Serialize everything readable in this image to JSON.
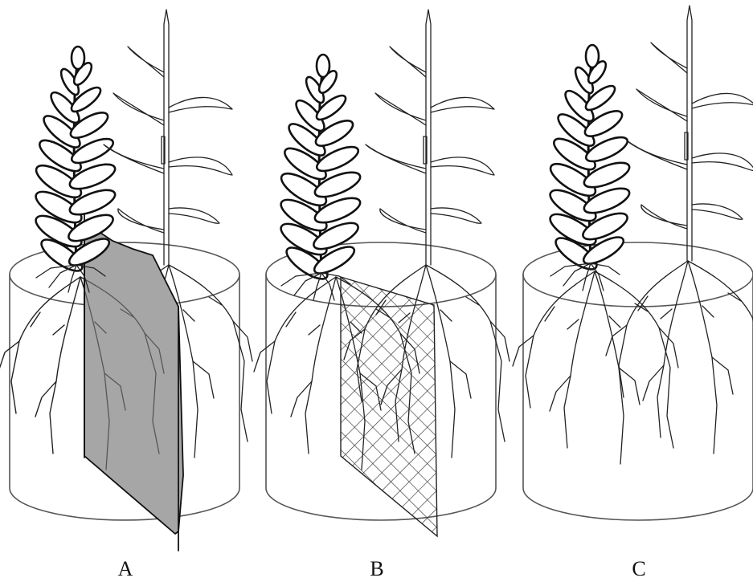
{
  "figure": {
    "panels": [
      {
        "label": "A",
        "barrier": "solid"
      },
      {
        "label": "B",
        "barrier": "mesh"
      },
      {
        "label": "C",
        "barrier": "none"
      }
    ],
    "colors": {
      "line": "#111111",
      "solid_barrier_fill": "#a6a6a6",
      "background": "#ffffff"
    }
  }
}
